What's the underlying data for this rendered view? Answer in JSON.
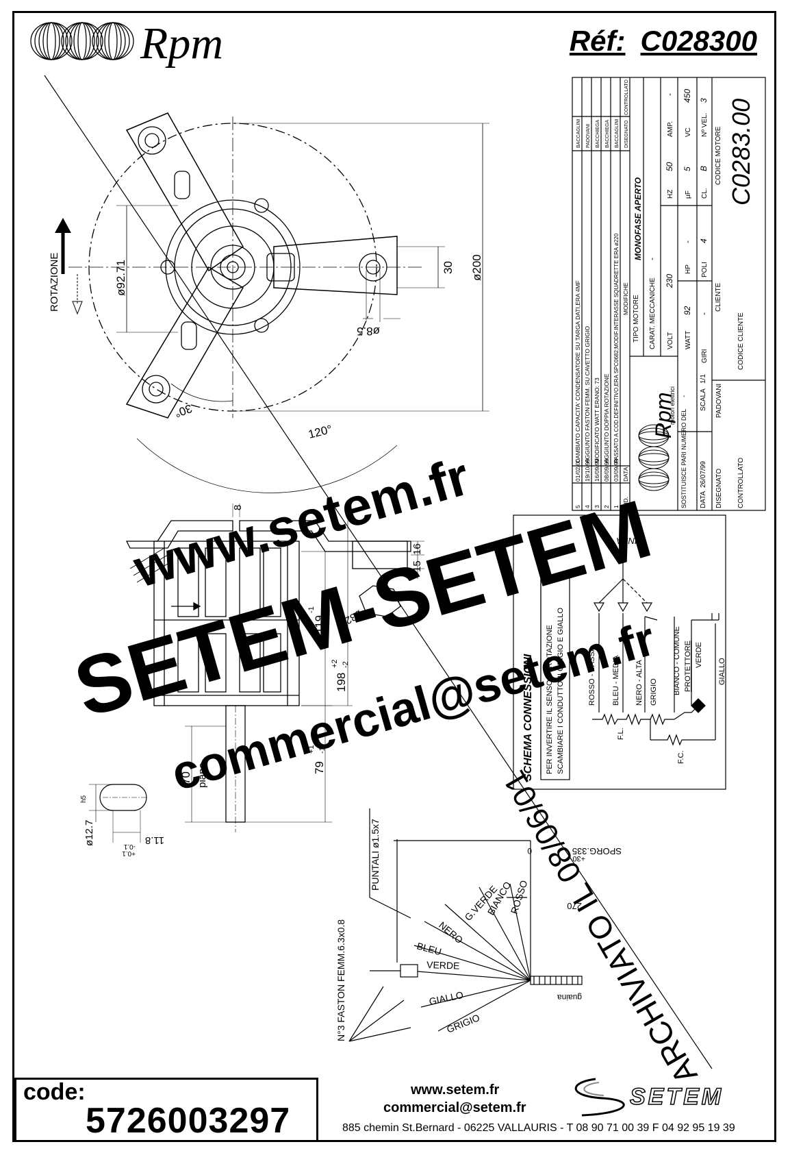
{
  "header": {
    "brand": "Rpm",
    "ref_label": "Réf:",
    "ref_value": "C028300"
  },
  "title_block": {
    "revisions": [
      {
        "ind": "5",
        "date": "01/02/00",
        "text": "CAMBIATO CAPACITA' CONDENSATORE SU TARGA DATI,ERA 4MF",
        "by": "BACCAGLINI"
      },
      {
        "ind": "4",
        "date": "19/10/99",
        "text": "AGGIUNTO FASTON FEMM. SU CAVETTO GRIGIO",
        "by": "PADOVANI"
      },
      {
        "ind": "3",
        "date": "16/09/99",
        "text": "MODIFICATO WATT ERANO: 73",
        "by": "BACCHIEGA"
      },
      {
        "ind": "2",
        "date": "08/09/99",
        "text": "AGGIUNTO DOPPIA ROTAZIONE",
        "by": "BACCHIEGA"
      },
      {
        "ind": "1",
        "date": "03/09/99",
        "text": "PASSATO A COD.DEFINITIVO,ERA SPC0682;MODIF.INTERASSE SQUADRETTE ERA ø220",
        "by": "BACCAGLINI"
      }
    ],
    "rev_header": {
      "ind": "IND.",
      "date": "DATA",
      "text": "MODIFICHE",
      "drawn": "DISEGNATO",
      "checked": "CONTROLLATO"
    },
    "tipo_motore_label": "TIPO MOTORE",
    "tipo_motore": "MONOFASE APERTO",
    "carat_label": "CARAT. MECCANICHE",
    "carat_value": "-",
    "specs": {
      "volt_label": "VOLT",
      "volt": "230",
      "hz_label": "HZ",
      "hz": "50",
      "amp_label": "AMP.",
      "amp": "-",
      "watt_label": "WATT",
      "watt": "92",
      "hp_label": "HP",
      "hp": "-",
      "uf_label": "µF",
      "uf": "5",
      "vc_label": "VC",
      "vc": "450",
      "giri_label": "GIRI",
      "giri": "-",
      "poli_label": "POLI",
      "poli": "4",
      "cl_label": "CL.",
      "cl": "B",
      "nvel_label": "Nº VEL.",
      "nvel": "3"
    },
    "cliente_label": "CLIENTE",
    "codice_motore_label": "CODICE MOTORE",
    "codice_motore": "C0283.00",
    "codice_cliente_label": "CODICE CLIENTE",
    "company": "Rpm",
    "company_sub": "motori elettrici",
    "sostituisce_label": "SOSTITUISCE PARI NUMERO DEL",
    "sostituisce_value": "-",
    "data_label": "DATA",
    "data_value": "26/07/99",
    "scala_label": "SCALA",
    "scala_value": "1/1",
    "disegnato_label": "DISEGNATO",
    "disegnato_value": "PADOVANI",
    "controllato_label": "CONTROLLATO"
  },
  "top_view": {
    "rotation_label": "ROTAZIONE",
    "dim_d92": "ø92.71",
    "dim_30": "30",
    "dim_d200": "ø200",
    "dim_d85": "ø8.5",
    "angle_30": "30°",
    "angle_120": "120°"
  },
  "side_view": {
    "dim_8": "8",
    "dim_15": "15",
    "dim_16": "16",
    "dim_32": "ø32",
    "dim_119": "119",
    "dim_119_tol": "-1",
    "dim_198": "198",
    "dim_198_tol_plus": "+2",
    "dim_198_tol_minus": "-2",
    "dim_70": "70",
    "piano_label": "piano",
    "dim_79": "79",
    "dim_79_tol_plus": "+1",
    "dim_79_tol_minus": "-1"
  },
  "shaft_detail": {
    "diameter": "ø12.7",
    "fit": "h5",
    "flat": "11.8",
    "flat_tol_plus": "+0.1",
    "flat_tol_minus": "-0.1"
  },
  "schema": {
    "title": "SCHEMA CONNESSIONI",
    "linea": "LINEA",
    "note_line1": "PER INVERTIRE IL SENSO DI ROTAZIONE",
    "note_line2": "SCAMBIARE I CONDUTTORI GRIGIO E GIALLO",
    "wires": [
      "ROSSO - BASSA",
      "BLEU - MEDIA",
      "NERO - ALTA",
      "GRIGIO",
      "BIANCO - COMUNE",
      "PROTETTORE",
      "VERDE",
      "GIALLO"
    ],
    "fl": "F.L.",
    "fc": "F.C."
  },
  "lead_view": {
    "puntali": "PUNTALI ø1.5x7",
    "faston": "N°3 FASTON FEMM.6.3x0.8",
    "sporg": "SPORG.335",
    "sporg_tol": "+30",
    "sporg_tol2": "0",
    "dim_270": "270",
    "guaina": "guaina",
    "wires": [
      "ROSSO",
      "BIANCO",
      "G.VERDE",
      "NERO",
      "BLEU",
      "VERDE",
      "GIALLO",
      "GRIGIO"
    ]
  },
  "stamp": "ARCHIVIATO IL 08/06/01",
  "watermarks": {
    "line1": "www.setem.fr",
    "line2": "SETEM-SETEM",
    "line3": "commercial@setem.fr"
  },
  "footer": {
    "code_label": "code:",
    "code_number": "5726003297",
    "web": "www.setem.fr",
    "email": "commercial@setem.fr",
    "address": "885 chemin St.Bernard  -  06225 VALLAURIS  -  T 08 90 71 00 39   F 04 92 95 19 39",
    "company_logo": "SETEM"
  }
}
